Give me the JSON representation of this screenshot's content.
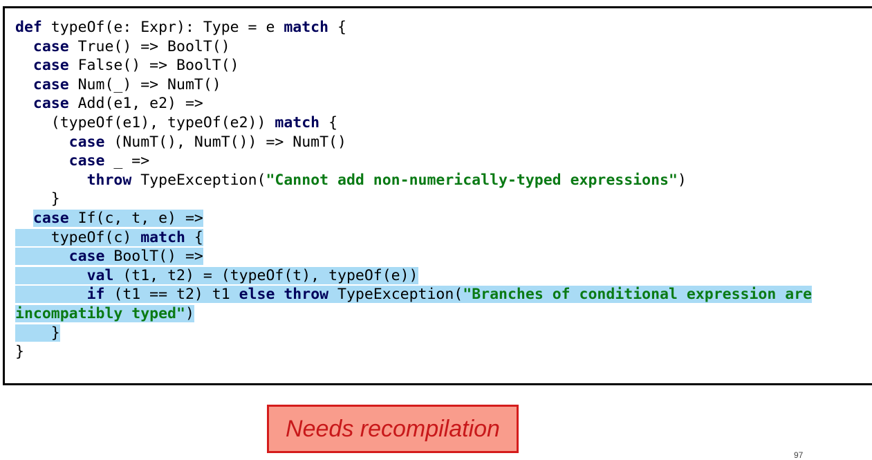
{
  "code": {
    "l1": {
      "kw": "def",
      "t": " typeOf(e: Expr): Type = e ",
      "kw2": "match",
      "t2": " {"
    },
    "l2": {
      "kw": "case",
      "t": " True() => BoolT()"
    },
    "l3": {
      "kw": "case",
      "t": " False() => BoolT()"
    },
    "l4": {
      "kw": "case",
      "t": " Num(_) => NumT()"
    },
    "l5": {
      "kw": "case",
      "t": " Add(e1, e2) =>"
    },
    "l6": {
      "t": "(typeOf(e1), typeOf(e2)) ",
      "kw": "match",
      "t2": " {"
    },
    "l7": {
      "kw": "case",
      "t": " (NumT(), NumT()) => NumT()"
    },
    "l8": {
      "kw": "case",
      "t": " _ =>"
    },
    "l9": {
      "kw": "throw",
      "t": " TypeException(",
      "s": "\"Cannot add non-numerically-typed expressions\"",
      "t2": ")"
    },
    "l10": {
      "t": "}"
    },
    "l11": {
      "kw": "case",
      "t": " If(c, t, e) =>"
    },
    "l12": {
      "t": "typeOf(c) ",
      "kw": "match",
      "t2": " {"
    },
    "l13": {
      "kw": "case",
      "t": " BoolT() =>"
    },
    "l14": {
      "kw": "val",
      "t": " (t1, t2) = (typeOf(t), typeOf(e))"
    },
    "l15": {
      "kw": "if",
      "t": " (t1 == t2) t1 ",
      "kw2": "else",
      "t2": " ",
      "kw3": "throw",
      "t3": " TypeException(",
      "s": "\"Branches of conditional expression are"
    },
    "l16": {
      "s": "incompatibly typed\"",
      "t": ")"
    },
    "l17": {
      "t": "}"
    },
    "l18": {
      "t": "}"
    }
  },
  "banner": {
    "label": "Needs recompilation"
  },
  "page_number": "97",
  "colors": {
    "keyword": "#00005a",
    "string": "#0a7a14",
    "selection": "#a9dbf5",
    "banner_fill": "#f99c8c",
    "banner_border": "#d41c1c",
    "banner_text": "#c8181a"
  }
}
